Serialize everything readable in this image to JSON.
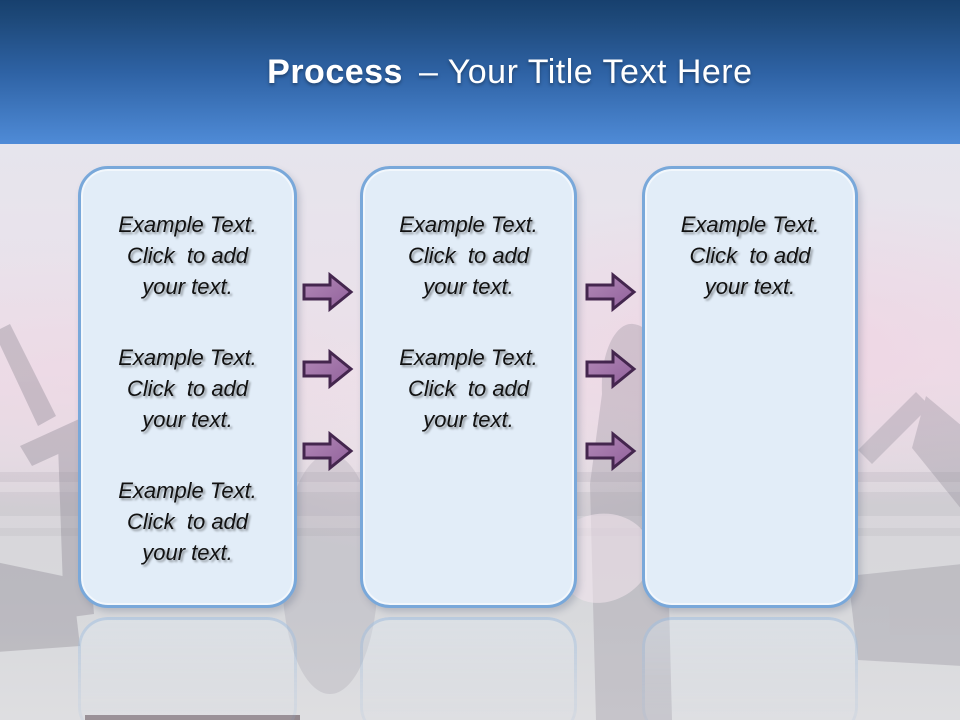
{
  "title": {
    "bold": "Process",
    "rest": "– Your Title Text Here"
  },
  "boxes": [
    {
      "name": "step-1",
      "blocks": [
        "Example Text.\nClick  to add\nyour text.",
        "Example Text.\nClick  to add\nyour text.",
        "Example Text.\nClick  to add\nyour text."
      ]
    },
    {
      "name": "step-2",
      "blocks": [
        "Example Text.\nClick  to add\nyour text.",
        "Example Text.\nClick  to add\nyour text."
      ]
    },
    {
      "name": "step-3",
      "blocks": [
        "Example Text.\nClick  to add\nyour text."
      ]
    }
  ],
  "arrows": {
    "direction": "right",
    "count": 6,
    "groups": [
      {
        "between": "step-1 and step-2",
        "count": 3
      },
      {
        "between": "step-2 and step-3",
        "count": 3
      }
    ]
  },
  "colors": {
    "header_gradient_top": "#17406e",
    "header_gradient_bottom": "#4f8bd7",
    "title_text": "#ffffff",
    "box_fill": "#e2edf8",
    "box_border": "#79a8da",
    "box_text": "#121212",
    "arrow_fill": "#a173a9",
    "arrow_border": "#44264e",
    "background_base": "#e6e5ed"
  }
}
